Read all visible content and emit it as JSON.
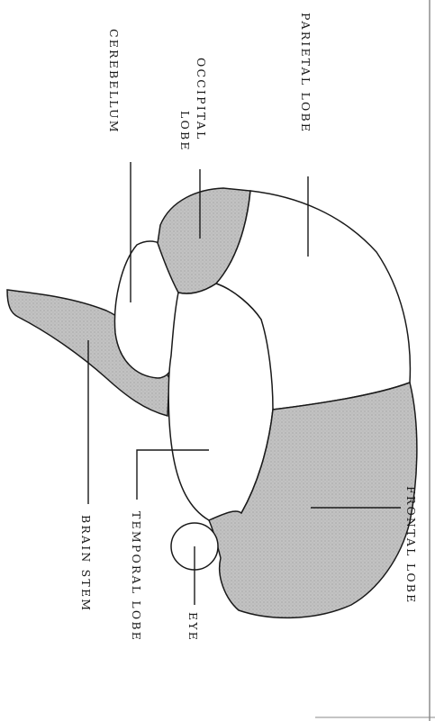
{
  "diagram": {
    "labels": {
      "parietal": "PARIETAL LOBE",
      "occipital_line1": "OCCIPITAL",
      "occipital_line2": "LOBE",
      "cerebellum": "CEREBELLUM",
      "frontal": "FRONTAL LOBE",
      "eye": "EYE",
      "temporal": "TEMPORAL LOBE",
      "brain_stem": "BRAIN STEM"
    },
    "colors": {
      "shaded_region": "#bdbdbd",
      "outline": "#1a1a1a",
      "background": "#ffffff"
    }
  }
}
